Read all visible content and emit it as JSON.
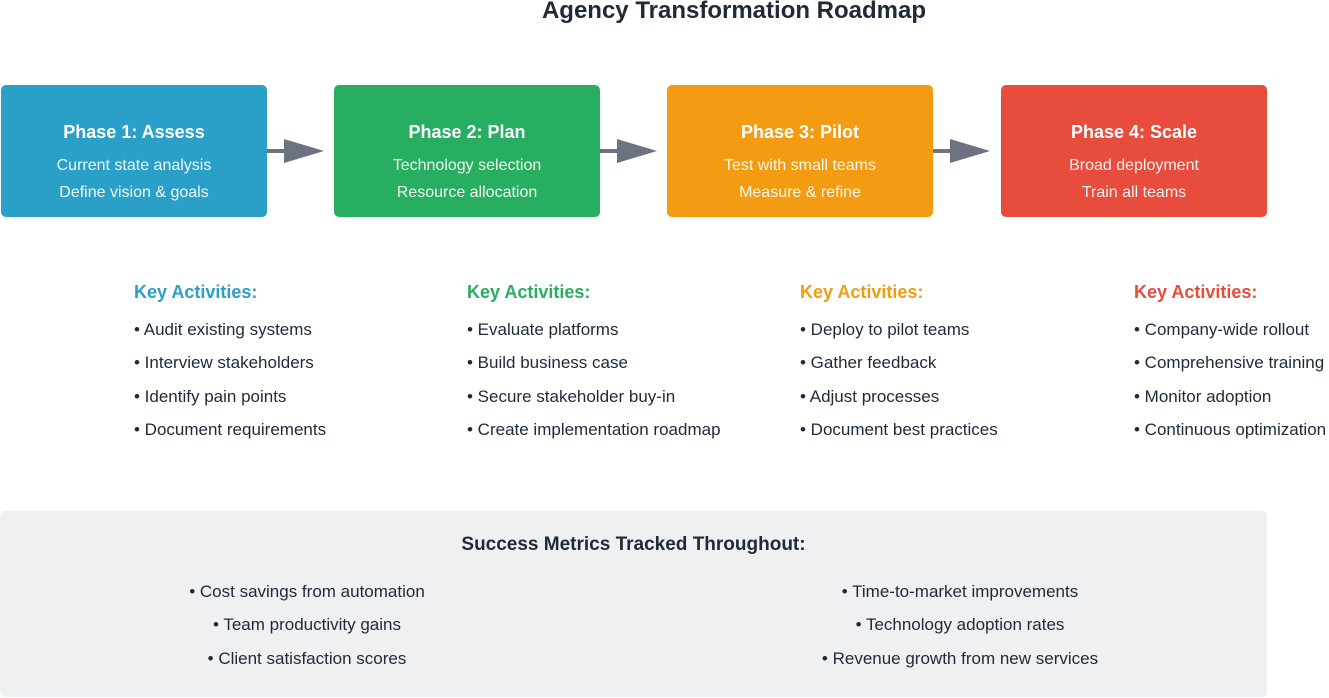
{
  "title": "Agency Transformation Roadmap",
  "colors": {
    "phase1": "#2aa0c8",
    "phase2": "#27ae60",
    "phase3": "#f39c12",
    "phase4": "#e74c3c",
    "arrow": "#6b7280",
    "metrics_bg": "#eff0f2"
  },
  "phases": [
    {
      "title": "Phase 1: Assess",
      "line1": "Current state analysis",
      "line2": "Define vision & goals"
    },
    {
      "title": "Phase 2: Plan",
      "line1": "Technology selection",
      "line2": "Resource allocation"
    },
    {
      "title": "Phase 3: Pilot",
      "line1": "Test with small teams",
      "line2": "Measure & refine"
    },
    {
      "title": "Phase 4: Scale",
      "line1": "Broad deployment",
      "line2": "Train all teams"
    }
  ],
  "activities": [
    {
      "heading": "Key Activities:",
      "items": [
        "• Audit existing systems",
        "• Interview stakeholders",
        "• Identify pain points",
        "• Document requirements"
      ]
    },
    {
      "heading": "Key Activities:",
      "items": [
        "• Evaluate platforms",
        "• Build business case",
        "• Secure stakeholder buy-in",
        "• Create implementation roadmap"
      ]
    },
    {
      "heading": "Key Activities:",
      "items": [
        "• Deploy to pilot teams",
        "• Gather feedback",
        "• Adjust processes",
        "• Document best practices"
      ]
    },
    {
      "heading": "Key Activities:",
      "items": [
        "• Company-wide rollout",
        "• Comprehensive training",
        "• Monitor adoption",
        "• Continuous optimization"
      ]
    }
  ],
  "metrics": {
    "heading": "Success Metrics Tracked Throughout:",
    "left": [
      "• Cost savings from automation",
      "• Team productivity gains",
      "• Client satisfaction scores"
    ],
    "right": [
      "• Time-to-market improvements",
      "• Technology adoption rates",
      "• Revenue growth from new services"
    ]
  }
}
